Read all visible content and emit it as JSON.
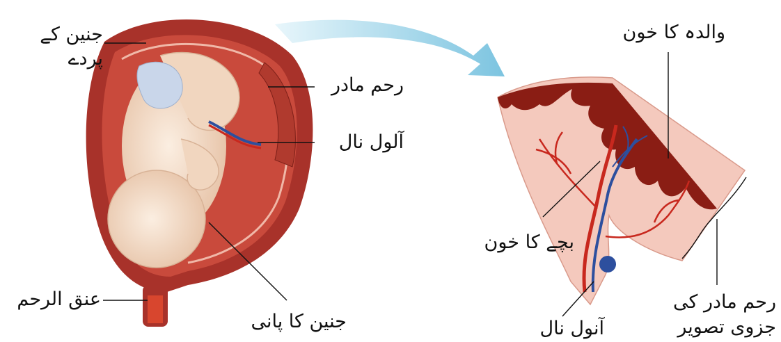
{
  "labels": {
    "fetal_membranes": "جنین کے\nپردے",
    "uterus": "رحم مادر",
    "umbilical_cord_left": "آلول نال",
    "cervix": "عنق الرحم",
    "amniotic_fluid": "جنین کا پانی",
    "maternal_blood": "والدہ کا خون",
    "fetal_blood": "بچے کا خون",
    "umbilical_cord_right": "آنول نال",
    "uterus_partial_view": "رحم مادر کی\nجزوی تصویر"
  },
  "colors": {
    "uterus_wall": "#a8322a",
    "uterus_inner": "#c94a3c",
    "fetus_skin": "#f3dcc7",
    "arrow": "#8ecfe6",
    "placenta_tissue": "#f4c9bd",
    "maternal_blood": "#8a1d14",
    "artery": "#c8281e",
    "vein": "#2d4f9e"
  }
}
